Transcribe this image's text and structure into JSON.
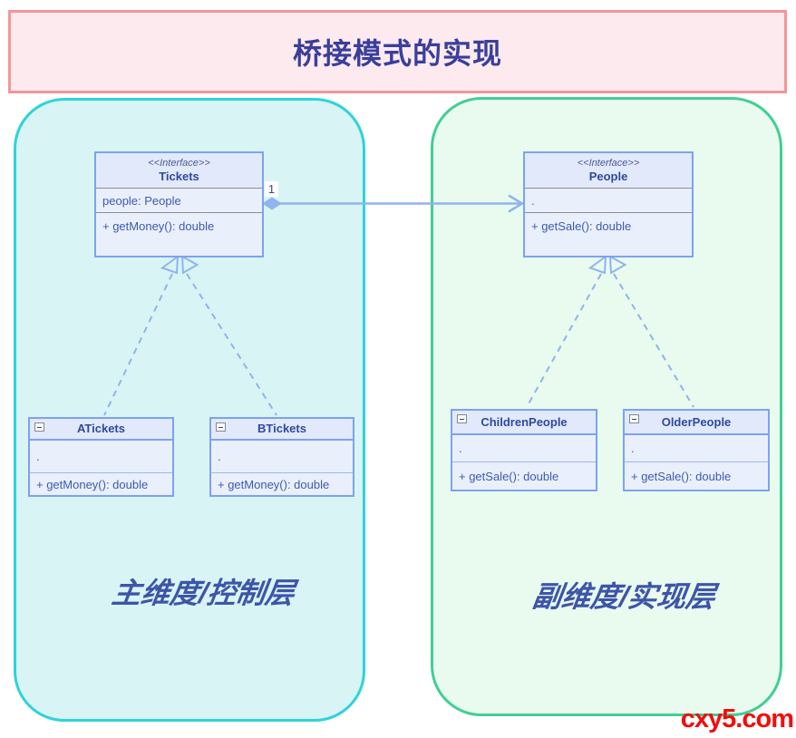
{
  "title": {
    "text": "桥接模式的实现"
  },
  "panels": {
    "left": {
      "label": "主维度/控制层"
    },
    "right": {
      "label": "副维度/实现层"
    }
  },
  "classes": {
    "tickets": {
      "stereotype": "<<Interface>>",
      "name": "Tickets",
      "attribute": "people: People",
      "method": "+ getMoney(): double"
    },
    "atickets": {
      "name": "ATickets",
      "attribute": ".",
      "method": "+ getMoney(): double"
    },
    "btickets": {
      "name": "BTickets",
      "attribute": ".",
      "method": "+ getMoney(): double"
    },
    "people": {
      "stereotype": "<<Interface>>",
      "name": "People",
      "attribute": ".",
      "method": "+ getSale(): double"
    },
    "childrenpeople": {
      "name": "ChildrenPeople",
      "attribute": ".",
      "method": "+ getSale(): double"
    },
    "olderpeople": {
      "name": "OlderPeople",
      "attribute": ".",
      "method": "+ getSale(): double"
    }
  },
  "association": {
    "multiplicity": "1"
  },
  "icons": {
    "collapse_minus": "⊟",
    "aggregation_diamond": "◆",
    "open_arrow": "→",
    "generalization_triangle": "◁▷"
  },
  "watermark": {
    "text": "cxy5.com"
  },
  "colors": {
    "banner_border": "#f59598",
    "banner_bg": "#fdeaee",
    "title_text": "#3a3f9c",
    "left_panel_border": "#2ed3da",
    "left_panel_bg": "#d9f4f4",
    "right_panel_border": "#41cf94",
    "right_panel_bg": "#e9faef",
    "box_border": "#7ba3f0",
    "box_header_bg": "#e2e9fa",
    "box_body_bg": "#eaeffc",
    "name_text": "#2d4a9e",
    "member_text": "#3a5cb0",
    "stereotype_text": "#4a5a96",
    "connector": "#8fb4ee",
    "divider_gray": "#8e8e8e",
    "divider_light": "#9bb7f0",
    "dim_label": "#3d55a8",
    "watermark": "#f20d0d"
  }
}
